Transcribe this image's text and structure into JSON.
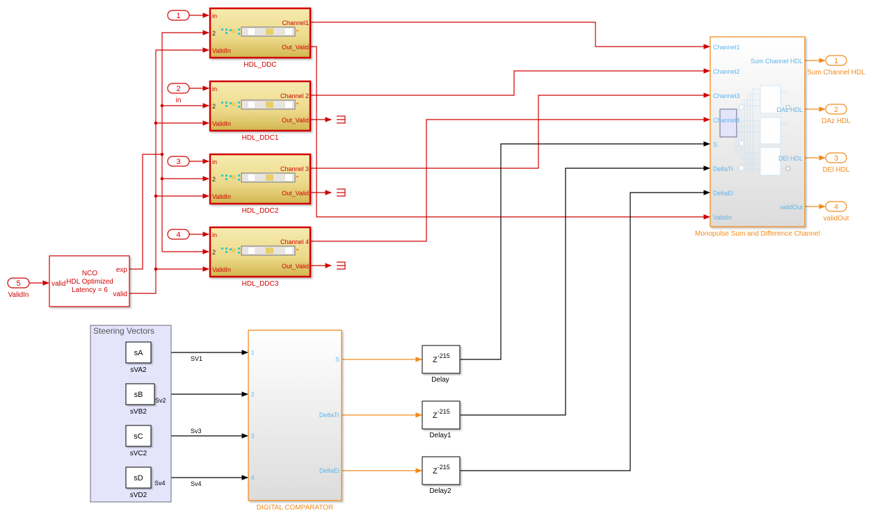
{
  "colors": {
    "red": "#d10000",
    "orange": "#f08a1c",
    "black": "#000000",
    "port_blue": "#5fb4ea",
    "ddc_fill_top": "#f5e9a8",
    "ddc_fill_bottom": "#d9bf55",
    "steering_bg": "#e4e4fb"
  },
  "inports": [
    {
      "num": "1",
      "label": ""
    },
    {
      "num": "2",
      "label": "in"
    },
    {
      "num": "3",
      "label": ""
    },
    {
      "num": "4",
      "label": ""
    },
    {
      "num": "5",
      "label": "ValidIn"
    }
  ],
  "ddc_blocks": [
    {
      "name": "HDL_DDC",
      "in_port": "in",
      "port2": "2",
      "valid_port": "ValidIn",
      "out_port": "Channel1",
      "valid_out": "Out_Valid"
    },
    {
      "name": "HDL_DDC1",
      "in_port": "in",
      "port2": "2",
      "valid_port": "ValidIn",
      "out_port": "Channel 2",
      "valid_out": "Out_Valid"
    },
    {
      "name": "HDL_DDC2",
      "in_port": "in",
      "port2": "2",
      "valid_port": "ValidIn",
      "out_port": "Channel 3",
      "valid_out": "Out_Valid"
    },
    {
      "name": "HDL_DDC3",
      "in_port": "in",
      "port2": "2",
      "valid_port": "ValidIn",
      "out_port": "Channel 4",
      "valid_out": "Out_Valid"
    }
  ],
  "nco": {
    "lines": [
      "NCO",
      "HDL Optimized",
      "Latency = 6"
    ],
    "in_port": "valid",
    "out_exp": "exp",
    "out_valid": "valid"
  },
  "monopulse": {
    "name": "Monopulse Sum and Difference Channel",
    "inputs": [
      "Channel1",
      "Channel2",
      "Channel3",
      "Channel4",
      "S",
      "DeltaTr",
      "DeltaEl",
      "ValidIn"
    ],
    "outputs": [
      "Sum Channel HDL",
      "DAz HDL",
      "DEl HDL",
      "validOut"
    ]
  },
  "outports": [
    {
      "num": "1",
      "label": "Sum Channel HDL"
    },
    {
      "num": "2",
      "label": "DAz HDL"
    },
    {
      "num": "3",
      "label": "DEl HDL"
    },
    {
      "num": "4",
      "label": "validOut"
    }
  ],
  "steering": {
    "title": "Steering Vectors",
    "blocks": [
      {
        "text": "sA",
        "name": "sVA2",
        "signal": "SV1"
      },
      {
        "text": "sB",
        "name": "sVB2",
        "signal": "Sv2"
      },
      {
        "text": "sC",
        "name": "sVC2",
        "signal": "Sv3"
      },
      {
        "text": "sD",
        "name": "sVD2",
        "signal": "Sv4"
      }
    ],
    "extra_labels": {
      "sv4_near": "Sv4"
    }
  },
  "comparator": {
    "name": "DIGITAL COMPARATOR",
    "inputs": [
      "1",
      "2",
      "3",
      "4"
    ],
    "outputs": [
      "S",
      "DeltaTr",
      "DeltaEl"
    ]
  },
  "delays": [
    {
      "base": "Z",
      "exp": "-215",
      "name": "Delay"
    },
    {
      "base": "Z",
      "exp": "-215",
      "name": "Delay1"
    },
    {
      "base": "Z",
      "exp": "-215",
      "name": "Delay2"
    }
  ]
}
